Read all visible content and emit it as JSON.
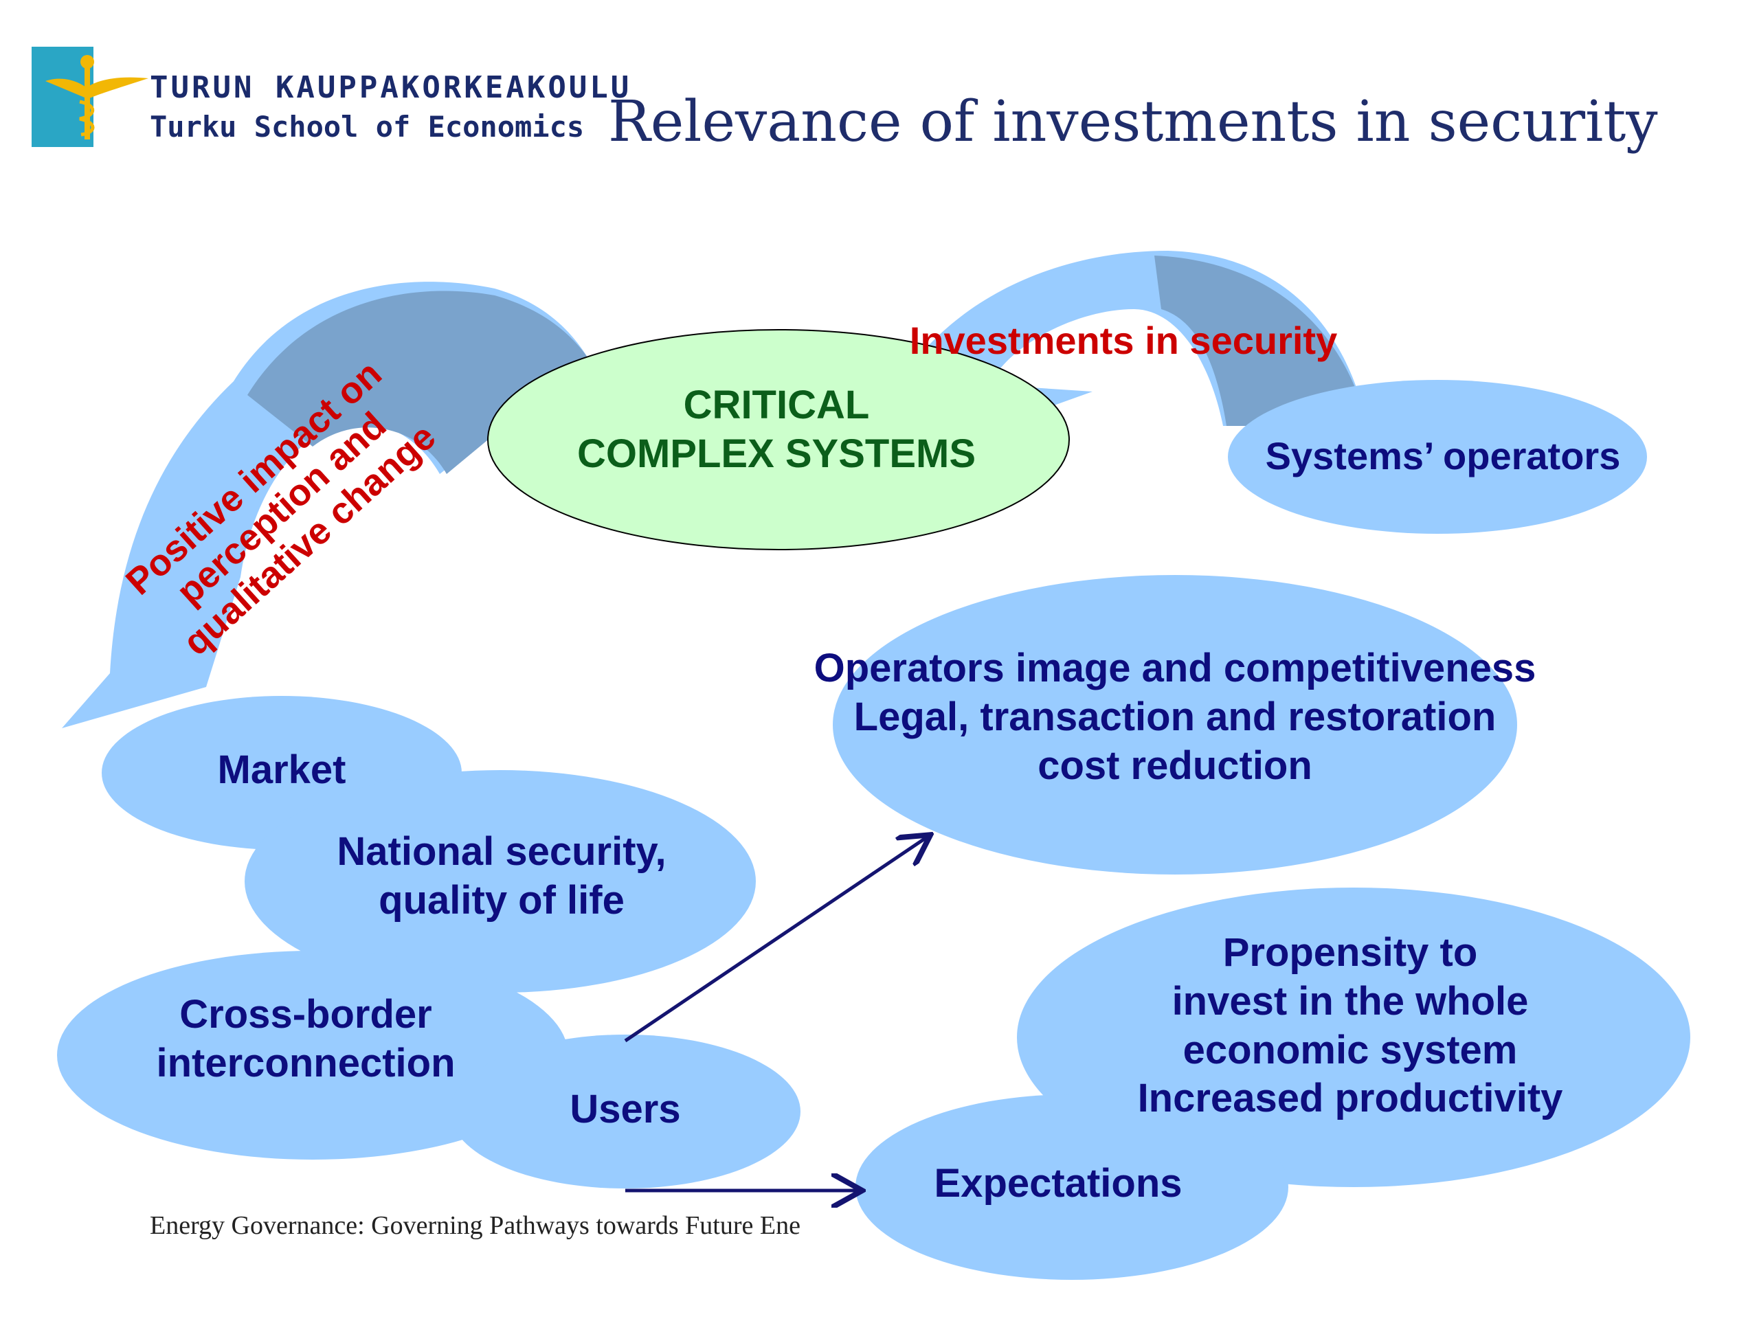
{
  "logo": {
    "line1": "TURUN KAUPPAKORKEAKOULU",
    "line2": "Turku School of Economics"
  },
  "title": "Relevance of investments in security",
  "footer": "Energy Governance: Governing Pathways towards Future Ene",
  "diagram": {
    "center": {
      "line1": "CRITICAL",
      "line2": "COMPLEX SYSTEMS"
    },
    "investments_label": "Investments in security",
    "operators": "Systems’ operators",
    "positive_impact": {
      "line1": "Positive impact on",
      "line2": "perception and",
      "line3": "qualitative change"
    },
    "operators_image": {
      "line1": "Operators image and competitiveness",
      "line2": "Legal, transaction and restoration",
      "line3": "cost reduction"
    },
    "market": "Market",
    "national": {
      "line1": "National security,",
      "line2": "quality of life"
    },
    "crossborder": {
      "line1": "Cross-border",
      "line2": "interconnection"
    },
    "users": "Users",
    "propensity": {
      "line1": "Propensity to",
      "line2": "invest in the whole",
      "line3": "economic system",
      "line4": "Increased productivity"
    },
    "expectations": "Expectations"
  },
  "colors": {
    "bubble": "#99ccff",
    "arrow_light": "#99ccff",
    "arrow_dark": "#7aa3cc",
    "center_fill": "#ccffcc",
    "label_blue": "#0d0d7e",
    "label_red": "#cc0000",
    "label_green": "#0b5e1a",
    "title": "#1f2d6b"
  }
}
